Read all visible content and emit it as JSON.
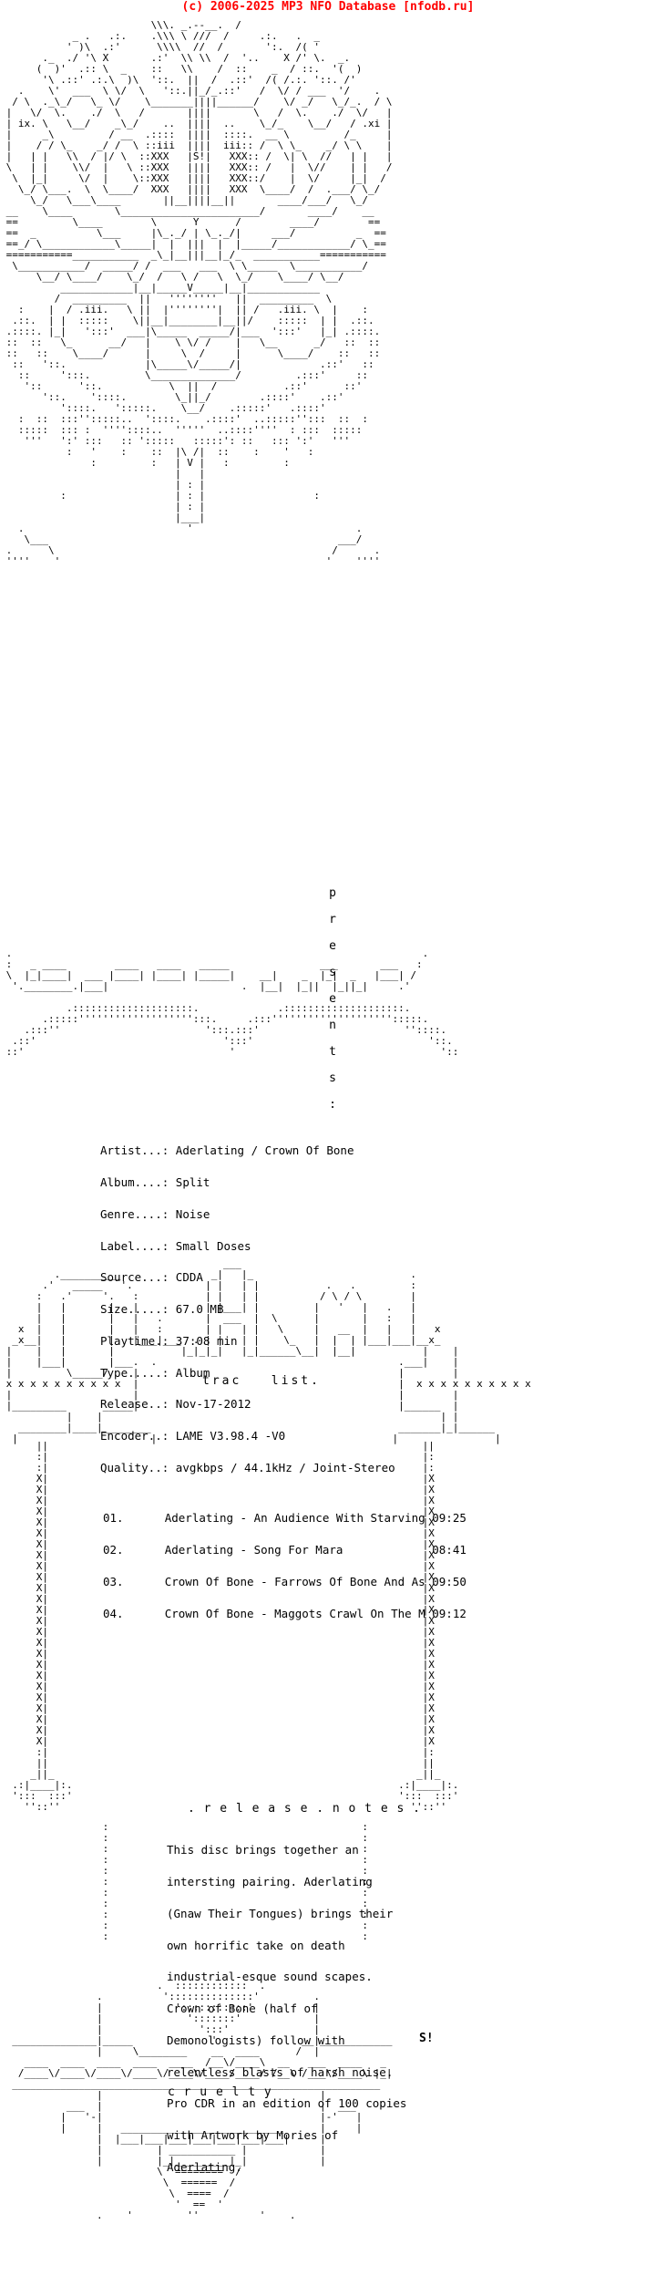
{
  "header": {
    "text": "(c) 2006-2025 MP3 NFO Database [nfodb.ru]",
    "color": "#ff0000"
  },
  "presents": [
    "p",
    "r",
    "e",
    "s",
    "e",
    "n",
    "t",
    "s",
    ":"
  ],
  "info": [
    {
      "key": "Artist...:",
      "value": "Aderlating / Crown Of Bone"
    },
    {
      "key": "Album....:",
      "value": "Split"
    },
    {
      "key": "Genre....:",
      "value": "Noise"
    },
    {
      "key": "Label....:",
      "value": "Small Doses"
    },
    {
      "key": "Source...:",
      "value": "CDDA"
    },
    {
      "key": "Size.....:",
      "value": "67.0 MB"
    },
    {
      "key": "Playtime.:",
      "value": "37:08 min"
    },
    {
      "key": "Type.....:",
      "value": "Album"
    },
    {
      "key": "Release..:",
      "value": "Nov-17-2012"
    },
    {
      "key": "Encoder..:",
      "value": "LAME V3.98.4 -V0"
    },
    {
      "key": "Quality..:",
      "value": "avgkbps / 44.1kHz / Joint-Stereo"
    }
  ],
  "tracklist_label": "trac   list.",
  "tracks": [
    {
      "num": "01.",
      "title": "Aderlating - An Audience With Starving",
      "time": "09:25"
    },
    {
      "num": "02.",
      "title": "Aderlating - Song For Mara",
      "time": "08:41"
    },
    {
      "num": "03.",
      "title": "Crown Of Bone - Farrows Of Bone And As",
      "time": "09:50"
    },
    {
      "num": "04.",
      "title": "Crown Of Bone - Maggots Crawl On The M",
      "time": "09:12"
    }
  ],
  "release_notes_label": ". r e l e a s e . n o t e s .",
  "release_notes": [
    "This disc brings together an",
    "intersting pairing. Aderlating",
    "(Gnaw Their Tongues) brings their",
    "own horrific take on death",
    "industrial-esque sound scapes.",
    "Crown of Bone (half of",
    "Demonologists) follow with",
    "relentless blasts of harsh noise.",
    "Pro CDR in an edition of 100 copies",
    "with Artwork by Mories of",
    "Aderlating."
  ],
  "footer_label": "c r u e l t y",
  "footer_tag": "S!"
}
